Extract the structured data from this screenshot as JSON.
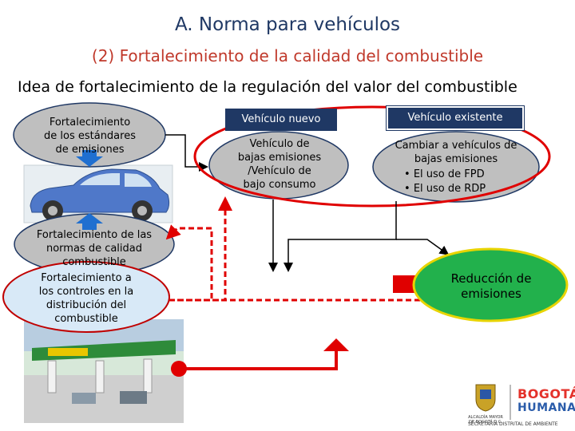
{
  "title": "A.  Norma para vehículos",
  "subtitle": "(2) Fortalecimiento de la calidad del combustible",
  "idea": "Idea de fortalecimiento de la regulación del valor del combustible",
  "left": {
    "standards": [
      "Fortalecimiento",
      "de los estándares",
      "de emisiones"
    ],
    "fuel_quality": [
      "Fortalecimiento de las",
      "normas de calidad",
      "combustible"
    ],
    "distribution": [
      "Fortalecimiento a",
      "los controles en la",
      "distribución del",
      "combustible"
    ]
  },
  "new_vehicle": {
    "header": "Vehículo nuevo",
    "text": [
      "Vehículo de",
      "bajas emisiones",
      "/Vehículo de",
      "bajo consumo"
    ]
  },
  "existing_vehicle": {
    "header": "Vehículo existente",
    "text": [
      "Cambiar a vehículos de",
      "bajas emisiones"
    ],
    "bullets": [
      "El uso de FPD",
      "El uso de RDP"
    ]
  },
  "result": [
    "Reducción de",
    "emisiones"
  ],
  "logos": {
    "alcaldia": [
      "ALCALDÍA MAYOR",
      "DE BOGOTÁ D.C."
    ],
    "bogota": "BOGOTÁ",
    "humana": "HUMANA",
    "secretaria": "SECRETARÍA DISTRITAL DE AMBIENTE"
  },
  "colors": {
    "title": "#1f3864",
    "subtitle": "#c0392b",
    "header_bg": "#1f3864",
    "ellipse_fill": "#bfbfbf",
    "arrow_red": "#e00000",
    "result_fill": "#22b14c",
    "result_border": "#e8d400"
  }
}
